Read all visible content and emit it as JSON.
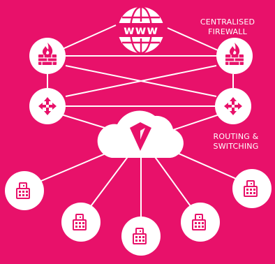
{
  "labels": {
    "firewall": [
      "CENTRALISED",
      "FIREWALL"
    ],
    "routing": [
      "ROUTING &",
      "SWITCHING"
    ],
    "internet": "www"
  },
  "colors": {
    "background": "#e8116a",
    "foreground": "#ffffff",
    "accent": "#e8116a"
  },
  "nodes": {
    "internet": "globe-icon",
    "firewalls": [
      "firewall-icon",
      "firewall-icon"
    ],
    "routers": [
      "router-icon",
      "router-icon"
    ],
    "hub": "cloud-icon",
    "sites": [
      "building-icon",
      "building-icon",
      "building-icon",
      "building-icon",
      "building-icon"
    ]
  }
}
